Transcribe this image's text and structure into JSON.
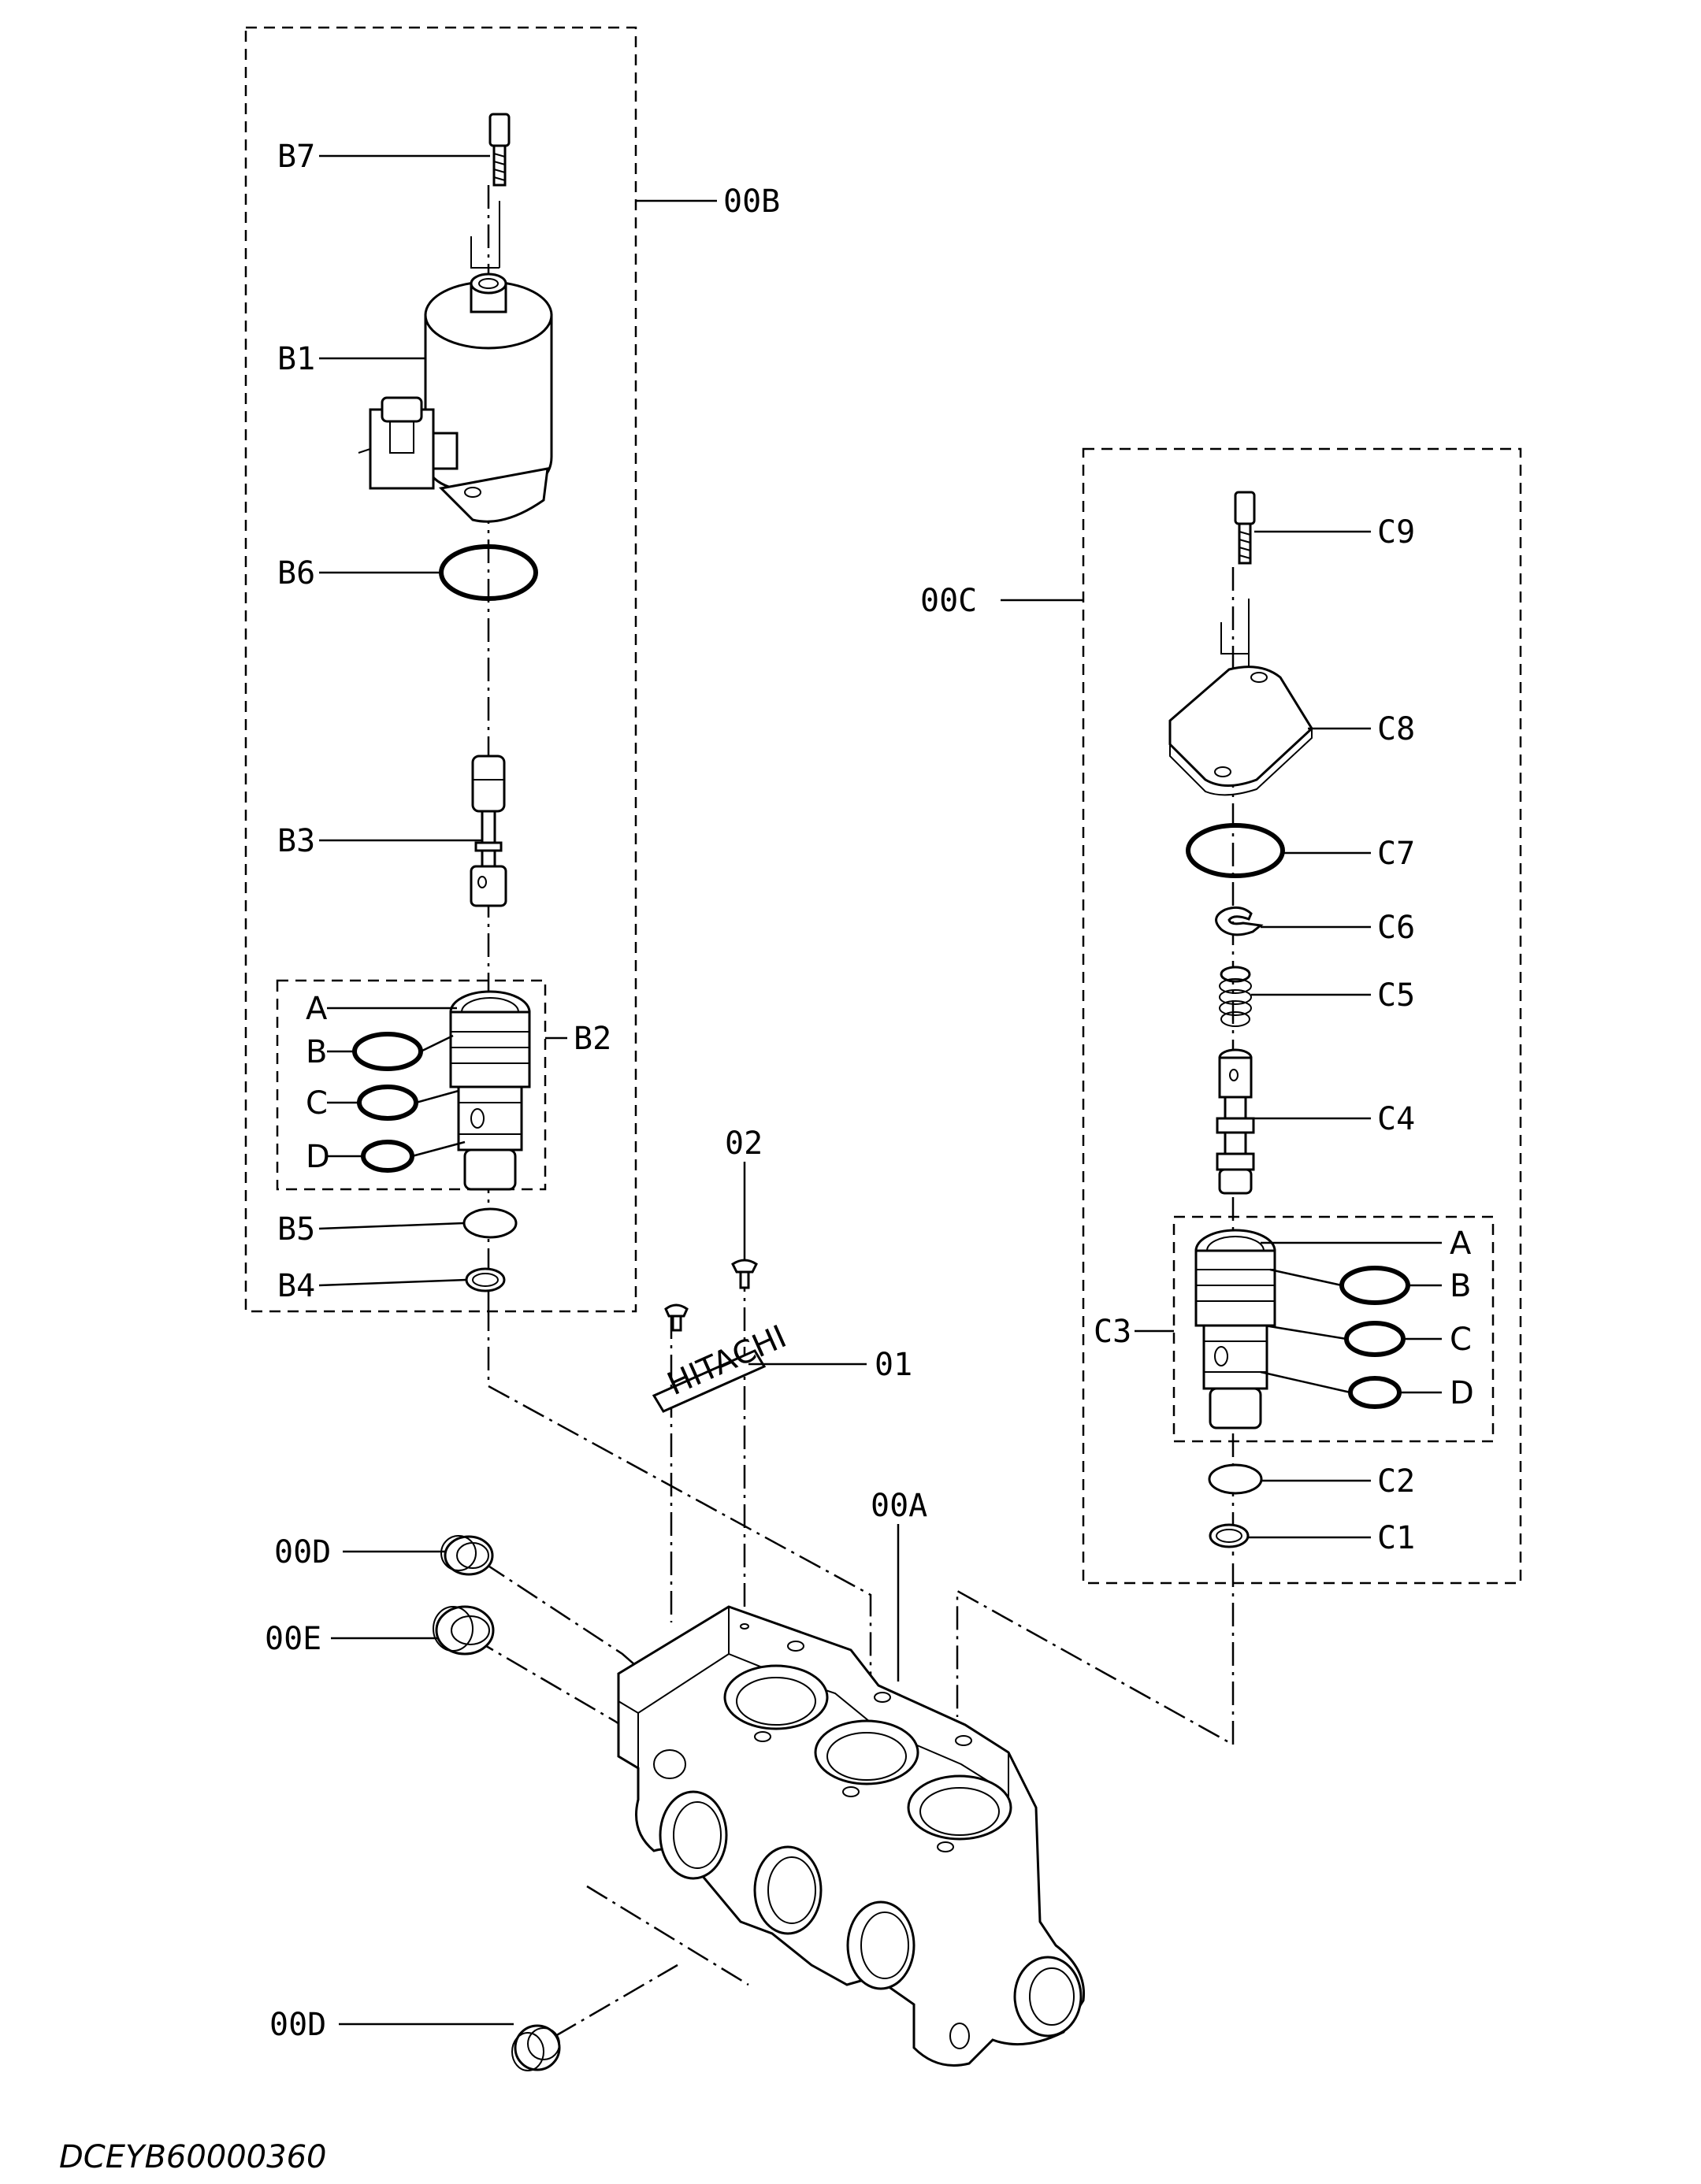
{
  "labels": {
    "b7": "B7",
    "b1": "B1",
    "b6": "B6",
    "b3": "B3",
    "b2": "B2",
    "b5": "B5",
    "b4": "B4",
    "b2a": "A",
    "b2b": "B",
    "b2c": "C",
    "b2d": "D",
    "g00b": "00B",
    "g00c": "00C",
    "g00a": "00A",
    "g00d_top": "00D",
    "g00e": "00E",
    "g00d_bottom": "00D",
    "c9": "C9",
    "c8": "C8",
    "c7": "C7",
    "c6": "C6",
    "c5": "C5",
    "c4": "C4",
    "c3": "C3",
    "c2": "C2",
    "c1": "C1",
    "c3a": "A",
    "c3b": "B",
    "c3c": "C",
    "c3d": "D",
    "p01": "01",
    "p02": "02"
  },
  "nameplate_text": "HITACHI",
  "drawing_code": "DCEYB60000360"
}
